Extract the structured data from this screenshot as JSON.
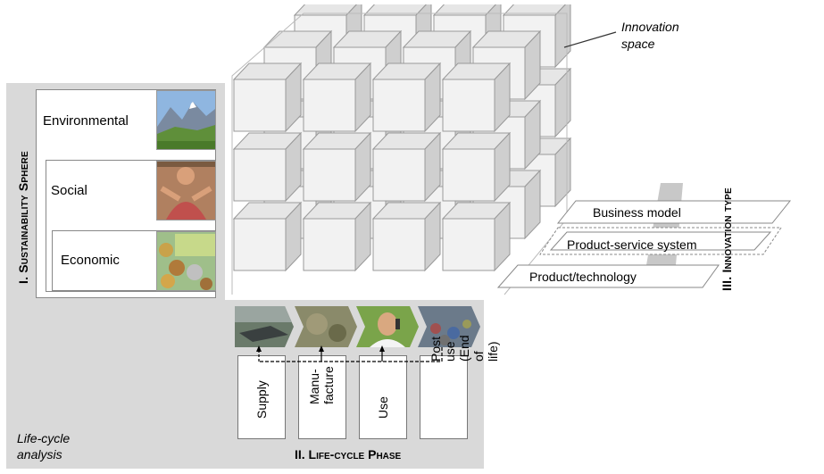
{
  "innovation_space_label": "Innovation\nspace",
  "sustainability_sphere": {
    "title": "I. Sustainability Sphere",
    "levels": [
      {
        "label": "Environmental",
        "photo_icon": "alpine-landscape-photo"
      },
      {
        "label": "Social",
        "photo_icon": "people-group-photo"
      },
      {
        "label": "Economic",
        "photo_icon": "money-coins-photo"
      }
    ]
  },
  "life_cycle_phase": {
    "title": "II. Life-cycle Phase",
    "phases": [
      {
        "label": "Supply",
        "photo_icon": "supply-field-photo"
      },
      {
        "label": "Manu-\nfacture",
        "photo_icon": "manufacture-site-photo"
      },
      {
        "label": "Use",
        "photo_icon": "person-phone-photo"
      },
      {
        "label": "Post use\n(End of life)",
        "photo_icon": "waste-pile-photo"
      }
    ]
  },
  "innovation_type": {
    "title": "III. Innovation type",
    "levels": [
      "Business model",
      "Product-service system",
      "Product/technology"
    ]
  },
  "life_cycle_analysis_label": "Life-cycle\nanalysis",
  "colors": {
    "panel_gray": "#d9d9d9",
    "cube_face": "#f2f2f2",
    "cube_side": "#cfcfcf",
    "cube_top": "#e6e6e6"
  }
}
